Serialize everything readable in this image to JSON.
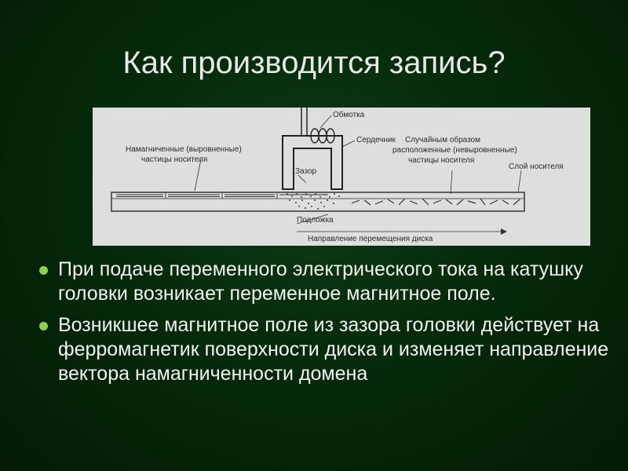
{
  "title": "Как производится запись?",
  "diagram": {
    "winding": "Обмотка",
    "core": "Сердечник",
    "magnetized_line1": "Намагниченные (выровненные)",
    "magnetized_line2": "частицы носителя",
    "random_line1": "Случайным образом",
    "random_line2": "расположенные (невыровненные)",
    "random_line3": "частицы носителя",
    "carrier_layer": "Слой носителя",
    "gap": "Зазор",
    "substrate": "Подложка",
    "direction": "Направление перемещения диска"
  },
  "bullets": [
    {
      "text": "При подаче переменного электрического тока на катушку головки возникает переменное магнитное поле."
    },
    {
      "text": "Возникшее магнитное поле из зазора головки действует на ферромагнетик поверхности диска и изменяет направление вектора намагниченности домена"
    }
  ],
  "colors": {
    "bullet": "#8fd14f",
    "background": "#062a0b",
    "figure_bg": "#dedede"
  }
}
